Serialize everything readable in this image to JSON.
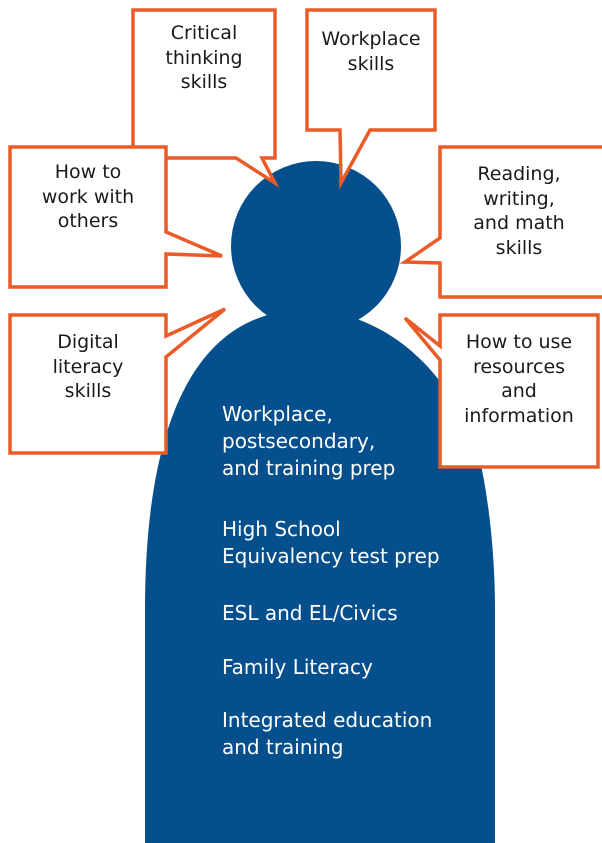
{
  "colors": {
    "figure": "#044f8c",
    "callout_border": "#ea5b27",
    "callout_fill": "#ffffff",
    "callout_text": "#1a1a1a",
    "body_text": "#ffffff"
  },
  "callouts": {
    "critical_thinking": "Critical\nthinking\nskills",
    "workplace": "Workplace\nskills",
    "work_with_others": "How to\nwork with\nothers",
    "reading_writing_math": "Reading,\nwriting,\nand math\nskills",
    "digital_literacy": "Digital\nliteracy\nskills",
    "use_resources": "How to use\nresources\nand\ninformation"
  },
  "programs": [
    "Workplace,\npostsecondary,\nand training prep",
    "High School\nEquivalency test prep",
    "ESL and EL/Civics",
    "Family Literacy",
    "Integrated education\nand training"
  ]
}
